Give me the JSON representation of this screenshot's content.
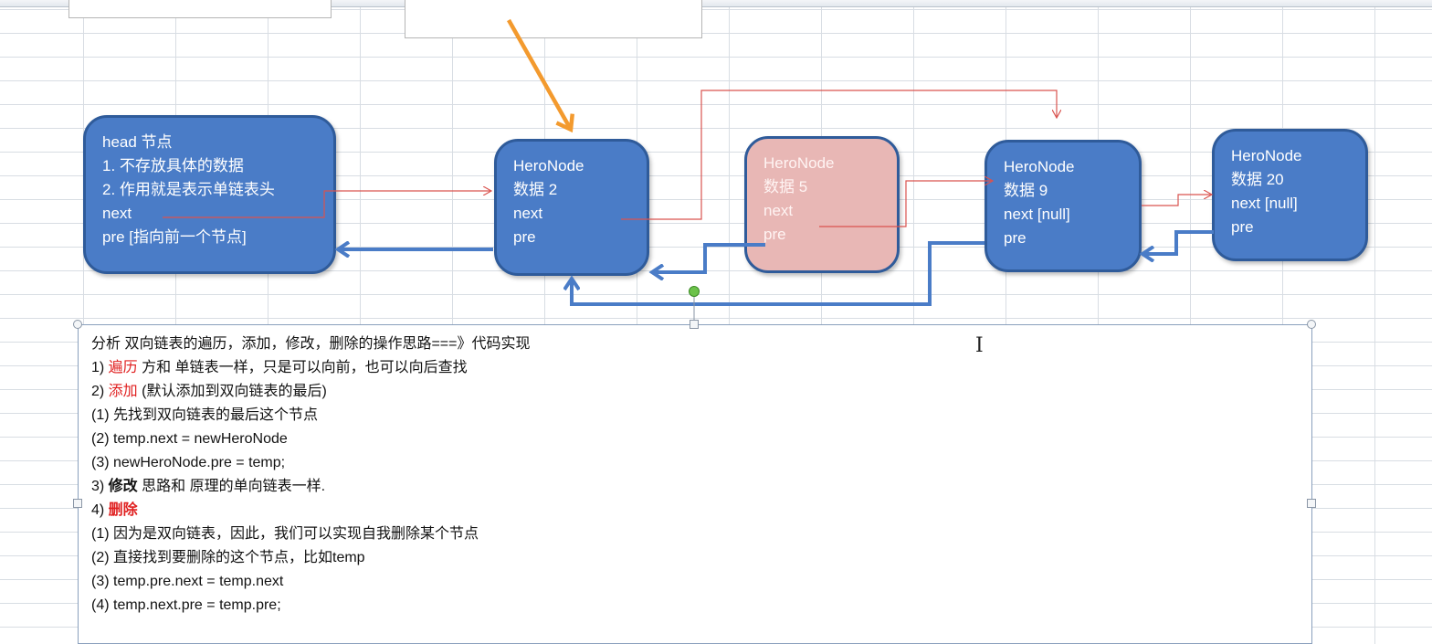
{
  "nodes": {
    "head": {
      "lines": [
        "head 节点",
        "1. 不存放具体的数据",
        "2. 作用就是表示单链表头",
        "next",
        "pre  [指向前一个节点]"
      ]
    },
    "node2": {
      "lines": [
        "HeroNode",
        "数据 2",
        "next",
        "pre"
      ]
    },
    "node5": {
      "lines": [
        "HeroNode",
        "数据 5",
        "next",
        "pre"
      ]
    },
    "node9": {
      "lines": [
        "HeroNode",
        "数据 9",
        "next [null]",
        "pre"
      ]
    },
    "node20": {
      "lines": [
        "HeroNode",
        "数据 20",
        "next [null]",
        "pre"
      ]
    }
  },
  "colors": {
    "node_fill": "#4a7cc7",
    "deleted_node_fill": "#e8b7b5",
    "next_link": "#d9534f",
    "pre_link": "#4a7cc7",
    "pointer_arrow": "#f39a2e",
    "highlight_text": "#e02020"
  },
  "notes": {
    "title": "分析 双向链表的遍历，添加，修改，删除的操作思路===》代码实现",
    "l1_num": "1) ",
    "l1_key": "遍历",
    "l1_rest": " 方和 单链表一样，只是可以向前，也可以向后查找",
    "l2_num": "2) ",
    "l2_key": "添加",
    "l2_rest": " (默认添加到双向链表的最后)",
    "l3": "(1) 先找到双向链表的最后这个节点",
    "l4": "(2) temp.next = newHeroNode",
    "l5": "(3) newHeroNode.pre = temp;",
    "l6_num": "3) ",
    "l6_key": "修改",
    "l6_rest": " 思路和 原理的单向链表一样.",
    "l7_num": "4) ",
    "l7_key": "删除",
    "l8": "(1) 因为是双向链表，因此，我们可以实现自我删除某个节点",
    "l9": "(2) 直接找到要删除的这个节点，比如temp",
    "l10": "(3)  temp.pre.next = temp.next",
    "l11": "(4) temp.next.pre = temp.pre;"
  }
}
